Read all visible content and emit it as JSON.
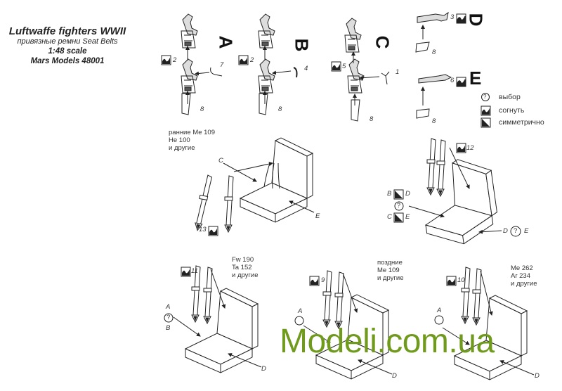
{
  "header": {
    "title": "Luftwaffe fighters WWII",
    "subtitle": "привязные ремни Seat Belts",
    "scale": "1:48 scale",
    "maker": "Mars Models 48001"
  },
  "steps": [
    {
      "letter": "A",
      "bend_part": "2",
      "side_part": "7",
      "base_part": "8"
    },
    {
      "letter": "B",
      "bend_part": "2",
      "side_part": "4",
      "base_part": "8"
    },
    {
      "letter": "C",
      "bend_part": "5",
      "side_part": "1",
      "base_part": "8"
    },
    {
      "letter": "D",
      "bend_part": "3",
      "base_part": "8"
    },
    {
      "letter": "E",
      "bend_part": "6",
      "base_part": "8"
    }
  ],
  "legend": [
    {
      "icon": "question-circle-icon",
      "label": "выбор"
    },
    {
      "icon": "bend-icon",
      "label": "согнуть"
    },
    {
      "icon": "symmetric-icon",
      "label": "симметрично"
    }
  ],
  "seats": {
    "early": {
      "lines": [
        "ранние Me 109",
        "He 100",
        "и другие"
      ],
      "belt_part": "13",
      "label_c": "C",
      "label_e": "E"
    },
    "right": {
      "belt_part": "12",
      "label_b": "B",
      "label_d": "D",
      "label_c": "C",
      "label_e": "E",
      "rear_d": "D",
      "rear_e": "E"
    },
    "fw190": {
      "lines": [
        "Fw 190",
        "Ta 152",
        "и другие"
      ],
      "belt_part": "11",
      "label_a": "A",
      "label_b": "B",
      "label_d": "D"
    },
    "late109": {
      "lines": [
        "поздние",
        "Me 109",
        "и другие"
      ],
      "belt_part": "9",
      "label_a": "A",
      "label_d": "D"
    },
    "me262": {
      "lines": [
        "Me 262",
        "Ar 234",
        "и другие"
      ],
      "belt_part": "10",
      "label_a": "A",
      "label_d": "D"
    }
  },
  "question_mark": "?",
  "watermark": "Modeli.com.ua",
  "colors": {
    "ink": "#222222",
    "watermark": "#6f9a1c"
  }
}
